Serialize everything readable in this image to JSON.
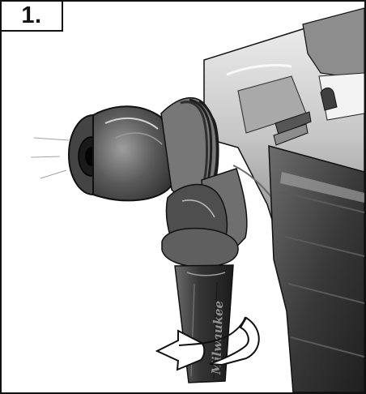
{
  "step": {
    "label": "1."
  },
  "illustration": {
    "subject": "rotary-hammer-side-handle",
    "handle_brand_text": "Milwaukee",
    "arrow": "rotate-handle-arrow",
    "colors": {
      "outline": "#111111",
      "body_light": "#d9d9d9",
      "body_mid": "#9f9f9f",
      "body_dark": "#3b3b3b",
      "handle_dark": "#2d2d2d",
      "arrow_fill": "#ffffff"
    }
  }
}
